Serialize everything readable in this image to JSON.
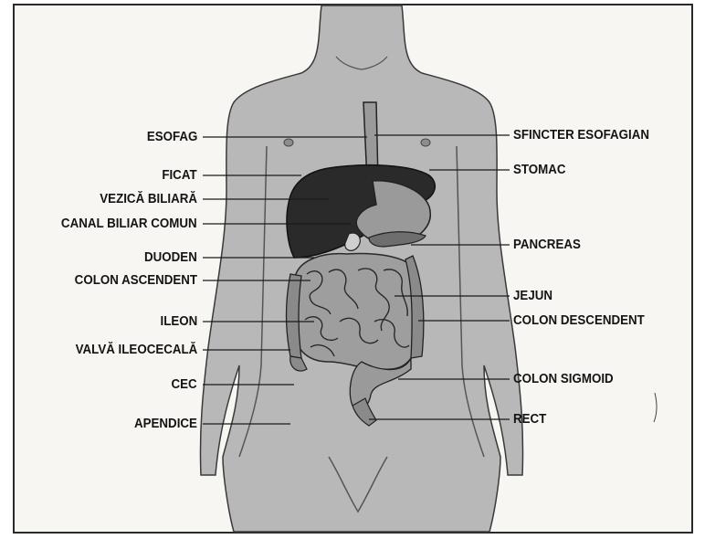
{
  "labels_left": [
    "ESOFAG",
    "FICAT",
    "VEZICĂ BILIARĂ",
    "CANAL BILIAR COMUN",
    "DUODEN",
    "COLON ASCENDENT",
    "ILEON",
    "VALVĂ ILEOCECALĂ",
    "CEC",
    "APENDICE"
  ],
  "labels_right": [
    "SFINCTER ESOFAGIAN",
    "STOMAC",
    "PANCREAS",
    "JEJUN",
    "COLON DESCENDENT",
    "COLON SIGMOID",
    "RECT"
  ],
  "colors": {
    "body": "#b9b9b9",
    "organ_dark": "#2a2a2a",
    "organ_mid": "#8f8f8f",
    "leader": "#1a1a1a"
  }
}
